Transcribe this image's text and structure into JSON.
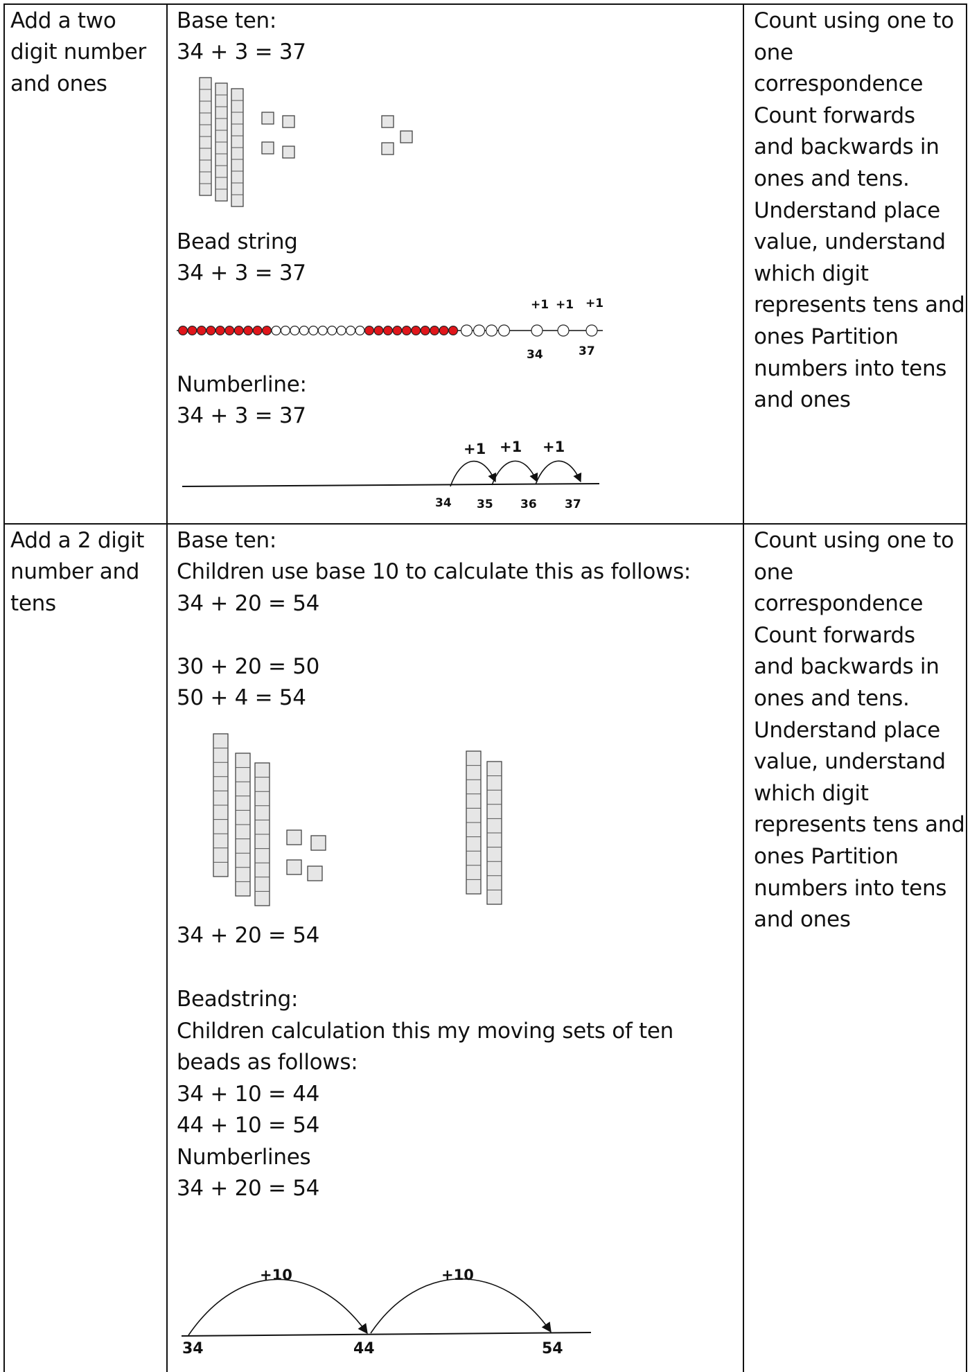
{
  "rows": [
    {
      "heading_lines": [
        "Add a two",
        "digit number",
        "and ones"
      ],
      "methods": {
        "base_ten": {
          "label": "Base ten:",
          "equation": "34 + 3 = 37"
        },
        "bead_string": {
          "label": "Bead string",
          "equation": "34 + 3 = 37",
          "jump_labels": [
            "+1",
            "+1",
            "+1"
          ],
          "tick_labels": [
            "34",
            "37"
          ]
        },
        "numberline": {
          "label": "Numberline:",
          "equation": "34 + 3 = 37",
          "jump_labels": [
            "+1",
            "+1",
            "+1"
          ],
          "tick_labels": [
            "34",
            "35",
            "36",
            "37"
          ]
        }
      },
      "objectives_lines": [
        "Count using one to",
        "one",
        "correspondence",
        "Count forwards",
        "and backwards in",
        "ones and tens.",
        "Understand place",
        "value, understand",
        "which digit",
        "represents tens and",
        "ones Partition",
        "numbers into tens",
        "and ones"
      ]
    },
    {
      "heading_lines": [
        "Add a 2 digit",
        "number and",
        "tens"
      ],
      "methods": {
        "base_ten": {
          "label": "Base ten:",
          "intro": "Children use base 10 to calculate this as follows:",
          "equation": "34 + 20 = 54",
          "steps": [
            "30 + 20 = 50",
            "50 + 4 = 54"
          ],
          "result": "34 + 20 = 54"
        },
        "beadstring": {
          "label": "Beadstring:",
          "lines": [
            "Children calculation this my moving sets of ten",
            "beads as follows:",
            "34 + 10 = 44",
            "44 + 10 = 54"
          ]
        },
        "numberlines": {
          "label": "Numberlines",
          "equation": "34 + 20 = 54",
          "jump_labels": [
            "+10",
            "+10"
          ],
          "tick_labels": [
            "34",
            "44",
            "54"
          ]
        }
      },
      "objectives_lines": [
        "Count using one to",
        "one",
        "correspondence",
        "Count forwards",
        "and backwards in",
        "ones and tens.",
        "Understand place",
        "value, understand",
        "which digit",
        "represents tens and",
        "ones Partition",
        "numbers into tens",
        "and ones"
      ]
    }
  ],
  "colors": {
    "bead_filled": "#e0161b",
    "bead_empty": "#ffffff",
    "ink": "#111111",
    "block_fill": "#e6e6e6"
  }
}
